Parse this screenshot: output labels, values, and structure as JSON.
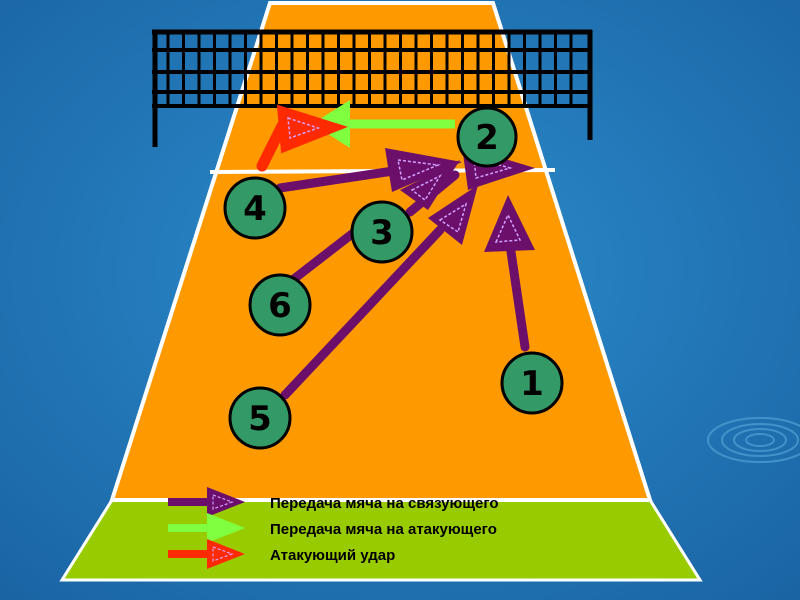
{
  "diagram": {
    "players": [
      {
        "id": "player-1",
        "label": "1"
      },
      {
        "id": "player-2",
        "label": "2"
      },
      {
        "id": "player-3",
        "label": "3"
      },
      {
        "id": "player-4",
        "label": "4"
      },
      {
        "id": "player-5",
        "label": "5"
      },
      {
        "id": "player-6",
        "label": "6"
      }
    ],
    "legend": [
      {
        "label": "Передача мяча на связующего",
        "color": "#6b0f6b"
      },
      {
        "label": "Передача мяча на атакующего",
        "color": "#80ff40"
      },
      {
        "label": "Атакующий удар",
        "color": "#ff2a00"
      }
    ],
    "colors": {
      "background": "#1f73b5",
      "court": "#ff9900",
      "free_zone": "#99cc00",
      "player": "#339966",
      "pass_to_setter": "#6b0f6b",
      "pass_to_attacker": "#80ff40",
      "attack": "#ff2a00"
    }
  }
}
